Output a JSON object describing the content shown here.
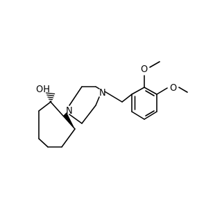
{
  "diagram": {
    "type": "skeletal-structure",
    "bond_color": "#000000",
    "background_color": "#ffffff",
    "labels": {
      "hydroxyl": "OH",
      "piperazine_n1": "N",
      "piperazine_n4": "N",
      "methoxy_o_2": "O",
      "methoxy_o_3": "O"
    }
  }
}
